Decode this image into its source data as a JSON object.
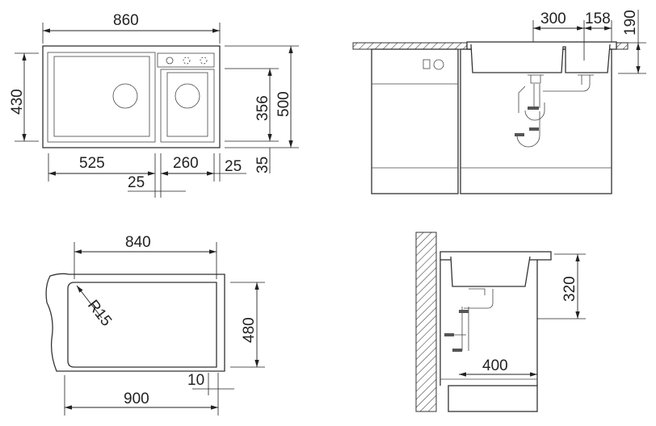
{
  "top_view": {
    "overall_width": "860",
    "bowl_depth": "430",
    "small_bowl_depth": "356",
    "overall_depth": "500",
    "front_edge": "35",
    "main_bowl_width": "525",
    "small_bowl_width": "260",
    "side_edge": "25",
    "divider": "25"
  },
  "front_view": {
    "drain_offset": "300",
    "small_drain_offset": "158",
    "bowl_height": "190"
  },
  "cutout": {
    "cutout_width": "840",
    "corner_radius": "R15",
    "cutout_depth": "480",
    "edge_margin": "10",
    "cabinet_width": "900"
  },
  "side_view": {
    "bowl_height": "320",
    "depth_from_wall": "400"
  },
  "colors": {
    "line": "#333333",
    "background": "#ffffff"
  }
}
